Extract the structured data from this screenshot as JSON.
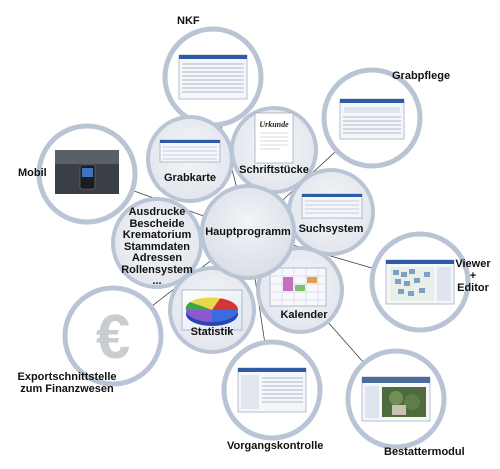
{
  "center": {
    "label": "Hauptprogramm"
  },
  "inner_modules": [
    {
      "id": "grabkarte",
      "label": "Grabkarte"
    },
    {
      "id": "schriftstuecke",
      "label": "Schriftstücke"
    },
    {
      "id": "suchsystem",
      "label": "Suchsystem"
    },
    {
      "id": "kalender",
      "label": "Kalender"
    },
    {
      "id": "statistik",
      "label": "Statistik"
    }
  ],
  "list_module": {
    "items": [
      "Ausdrucke",
      "Bescheide",
      "Krematorium",
      "Stammdaten",
      "Adressen",
      "Rollensystem",
      "..."
    ]
  },
  "document_title": "Urkunde",
  "outer_modules": [
    {
      "id": "nkf",
      "label": "NKF"
    },
    {
      "id": "grabpflege",
      "label": "Grabpflege"
    },
    {
      "id": "mobil",
      "label": "Mobil"
    },
    {
      "id": "viewer",
      "label_lines": [
        "Viewer",
        "+",
        "Editor"
      ]
    },
    {
      "id": "export",
      "label_lines": [
        "Exportschnittstelle",
        "zum Finanzwesen"
      ]
    },
    {
      "id": "vorgang",
      "label": "Vorgangskontrolle"
    },
    {
      "id": "bestatter",
      "label": "Bestattermodul"
    }
  ],
  "euro_symbol": "€",
  "colors": {
    "ring": "#b9c4d4",
    "ring_edge": "#8f9db3",
    "center_fill": "#e4e8ee",
    "window_title": "#2f5aa8",
    "connector": "#444444"
  }
}
